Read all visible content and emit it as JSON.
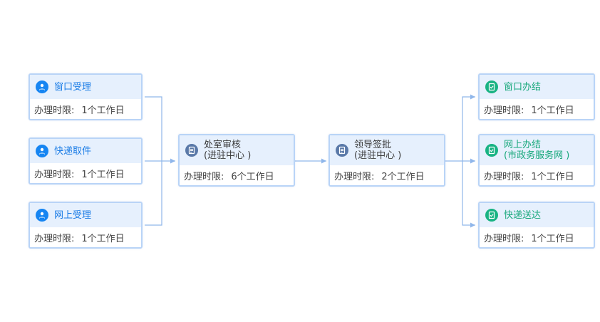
{
  "limit_label": "办理时限:",
  "accept": [
    {
      "title": "窗口受理",
      "time": "1个工作日",
      "icon": "user-service-icon"
    },
    {
      "title": "快递取件",
      "time": "1个工作日",
      "icon": "user-service-icon"
    },
    {
      "title": "网上受理",
      "time": "1个工作日",
      "icon": "user-service-icon"
    }
  ],
  "review": {
    "title_line1": "处室审核",
    "title_line2": "(进驻中心 )",
    "time": "6个工作日",
    "icon": "document-review-icon"
  },
  "approve": {
    "title_line1": "领导签批",
    "title_line2": "(进驻中心 )",
    "time": "2个工作日",
    "icon": "document-review-icon"
  },
  "finish": [
    {
      "title_line1": "窗口办结",
      "title_line2": "",
      "time": "1个工作日",
      "icon": "document-check-icon"
    },
    {
      "title_line1": "网上办结",
      "title_line2": "(市政务服务网 )",
      "time": "1个工作日",
      "icon": "document-check-icon"
    },
    {
      "title_line1": "快递送达",
      "title_line2": "",
      "time": "1个工作日",
      "icon": "document-check-icon"
    }
  ],
  "colors": {
    "border": "#b9d4f7",
    "header_bg": "#e6f0fd",
    "connector": "#8fb6ea",
    "accept_title": "#1a7ce6",
    "finish_title": "#16a77a"
  }
}
